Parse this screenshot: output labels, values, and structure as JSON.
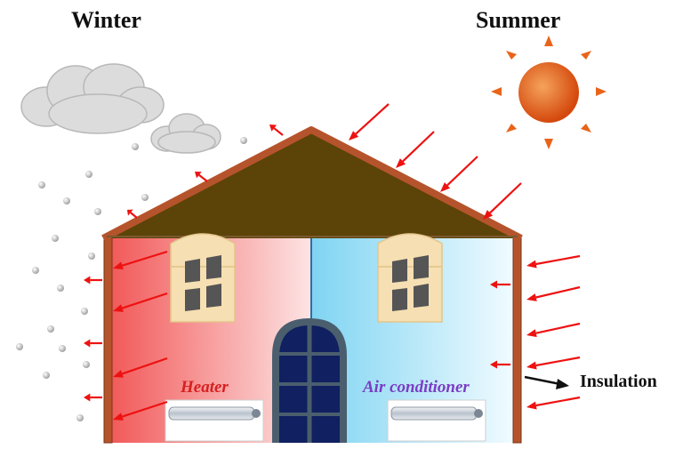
{
  "labels": {
    "winter": "Winter",
    "summer": "Summer",
    "heater": "Heater",
    "air_conditioner": "Air conditioner",
    "insulation": "Insulation"
  },
  "colors": {
    "arrow": "#ee1111",
    "wall_frame": "#b5542c",
    "roof": "#5c4308",
    "sun": "#e8641a",
    "heater_label": "#d62020",
    "ac_label": "#7a3cc4",
    "door": "#102060",
    "warm_room": "#f25a5a",
    "cool_room": "#7fd4f2"
  },
  "icons": [
    "cloud-icon",
    "sun-icon",
    "snowflake-icon",
    "window-icon",
    "door-icon",
    "radiator-icon",
    "arrow-icon"
  ]
}
